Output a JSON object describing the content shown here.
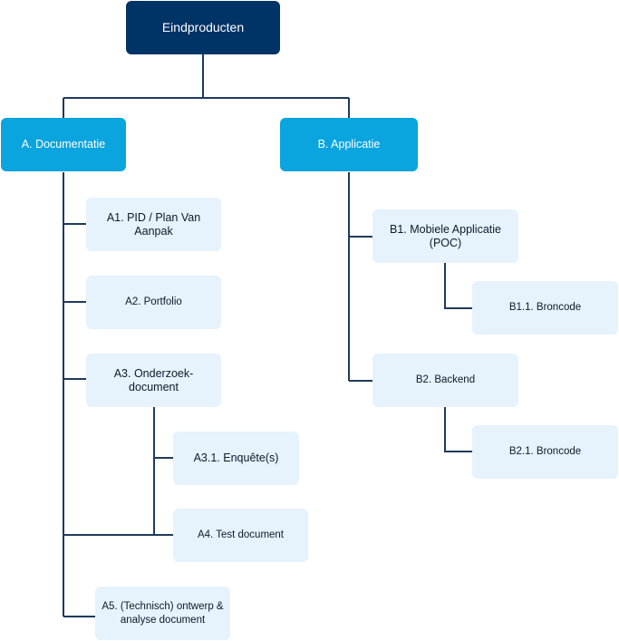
{
  "diagram": {
    "root": {
      "label": "Eindproducten"
    },
    "categories": [
      {
        "id": "A",
        "label": "A. Documentatie"
      },
      {
        "id": "B",
        "label": "B. Applicatie"
      }
    ],
    "items": [
      {
        "id": "A1",
        "label": "A1. PID / Plan Van Aanpak"
      },
      {
        "id": "A2",
        "label": "A2. Portfolio"
      },
      {
        "id": "A3",
        "label": "A3. Onderzoek-document"
      },
      {
        "id": "A3.1",
        "label": "A3.1. Enquête(s)"
      },
      {
        "id": "A4",
        "label": "A4. Test document"
      },
      {
        "id": "A5",
        "label": "A5. (Technisch) ontwerp & analyse document"
      },
      {
        "id": "B1",
        "label": "B1. Mobiele Applicatie (POC)"
      },
      {
        "id": "B1.1",
        "label": "B1.1. Broncode"
      },
      {
        "id": "B2",
        "label": "B2. Backend"
      },
      {
        "id": "B2.1",
        "label": "B2.1. Broncode"
      }
    ]
  },
  "colors": {
    "root": "#003366",
    "category": "#0aa4df",
    "leaf": "#e6f2fc",
    "connector": "#1f3a5c"
  }
}
